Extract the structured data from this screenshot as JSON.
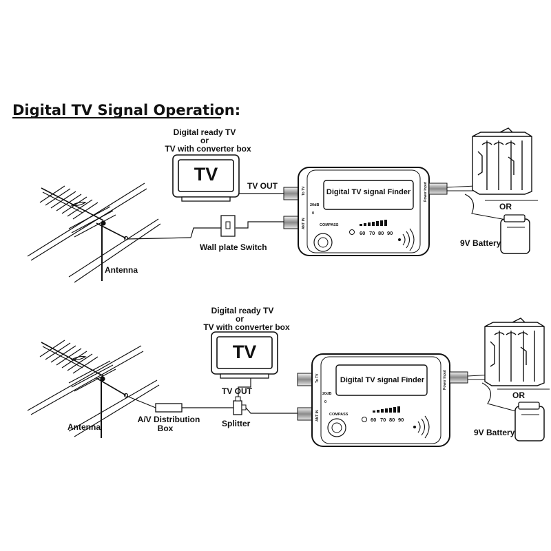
{
  "title": "Digital TV Signal Operation:",
  "panels": [
    {
      "tv_caption_line1": "Digital ready TV",
      "tv_caption_line2": "or",
      "tv_caption_line3": "TV with converter box",
      "tv_screen_text": "TV",
      "tv_out_label": "TV OUT",
      "wall_plate_label": "Wall plate Switch",
      "antenna_label": "Antenna",
      "finder_title": "Digital TV signal Finder",
      "or_label": "OR",
      "battery_label": "9V Battery",
      "to_tv_label": "To TV",
      "ant_in_label": "ANT IN",
      "power_input_label": "Power Input",
      "gain_label": "20dB",
      "gain_zero": "0",
      "compass_label": "COMPASS",
      "meter_ticks": [
        "60",
        "70",
        "80",
        "90"
      ]
    },
    {
      "tv_caption_line1": "Digital ready TV",
      "tv_caption_line2": "or",
      "tv_caption_line3": "TV with converter box",
      "tv_screen_text": "TV",
      "tv_out_label": "TV OUT",
      "splitter_label": "Splitter",
      "distribution_line1": "A/V Distribution",
      "distribution_line2": "Box",
      "antenna_label": "Antenna",
      "finder_title": "Digital TV signal Finder",
      "or_label": "OR",
      "battery_label": "9V Battery",
      "to_tv_label": "To TV",
      "ant_in_label": "ANT IN",
      "power_input_label": "Power Input",
      "gain_label": "20dB",
      "gain_zero": "0",
      "compass_label": "COMPASS",
      "meter_ticks": [
        "60",
        "70",
        "80",
        "90"
      ]
    }
  ]
}
